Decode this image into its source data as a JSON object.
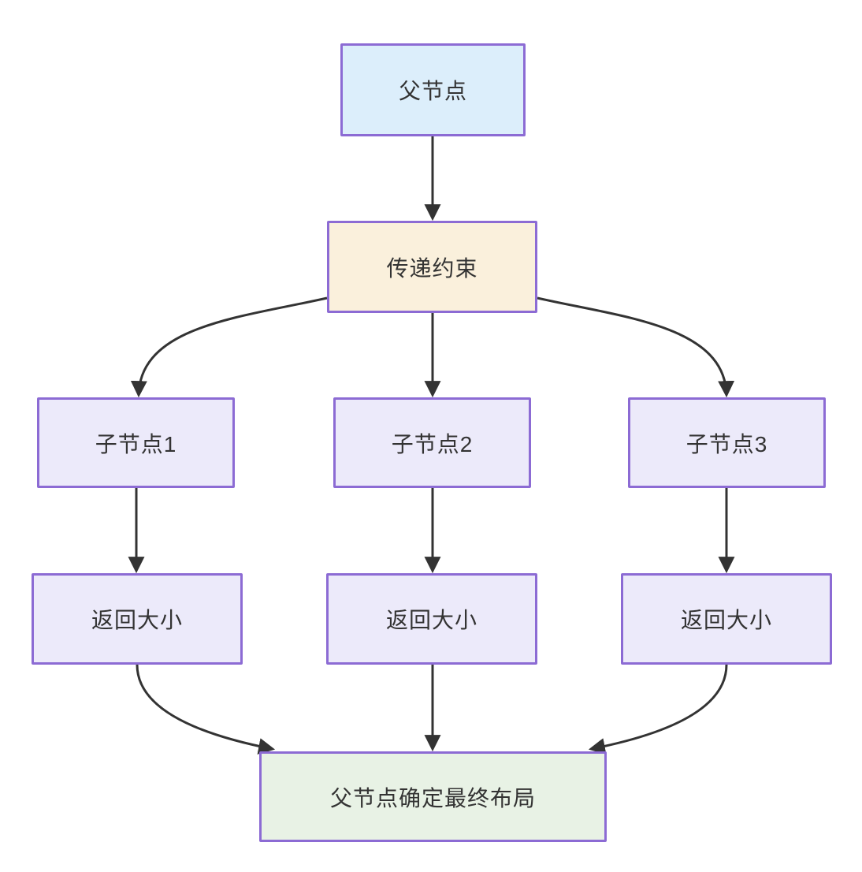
{
  "diagram": {
    "type": "flowchart",
    "direction": "top-down",
    "palette": {
      "background": "#ffffff",
      "node_border": "#8c6bd4",
      "arrow": "#333333",
      "text": "#333333",
      "parent_fill": "#dceefb",
      "constraint_fill": "#faf0dc",
      "child_fill": "#eceafa",
      "final_fill": "#e8f2e5"
    },
    "nodes": {
      "parent": {
        "label": "父节点",
        "fill": "#dceefb"
      },
      "constraint": {
        "label": "传递约束",
        "fill": "#faf0dc"
      },
      "child1": {
        "label": "子节点1",
        "fill": "#eceafa"
      },
      "child2": {
        "label": "子节点2",
        "fill": "#eceafa"
      },
      "child3": {
        "label": "子节点3",
        "fill": "#eceafa"
      },
      "size1": {
        "label": "返回大小",
        "fill": "#eceafa"
      },
      "size2": {
        "label": "返回大小",
        "fill": "#eceafa"
      },
      "size3": {
        "label": "返回大小",
        "fill": "#eceafa"
      },
      "final": {
        "label": "父节点确定最终布局",
        "fill": "#e8f2e5"
      }
    },
    "edges": [
      {
        "from": "parent",
        "to": "constraint"
      },
      {
        "from": "constraint",
        "to": "child1"
      },
      {
        "from": "constraint",
        "to": "child2"
      },
      {
        "from": "constraint",
        "to": "child3"
      },
      {
        "from": "child1",
        "to": "size1"
      },
      {
        "from": "child2",
        "to": "size2"
      },
      {
        "from": "child3",
        "to": "size3"
      },
      {
        "from": "size1",
        "to": "final"
      },
      {
        "from": "size2",
        "to": "final"
      },
      {
        "from": "size3",
        "to": "final"
      }
    ]
  }
}
